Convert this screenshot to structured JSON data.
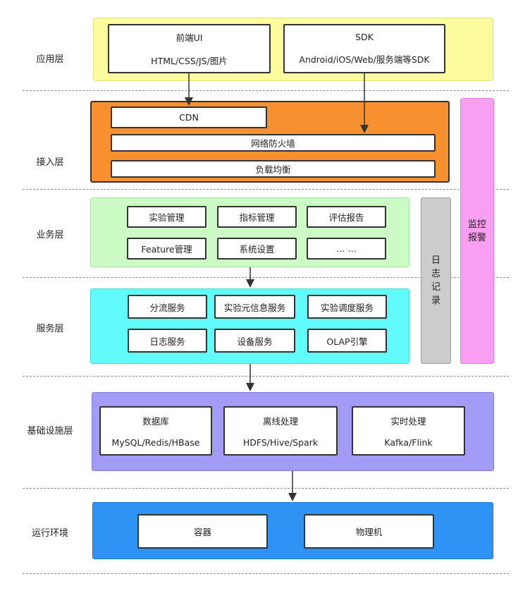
{
  "layers": {
    "app": "应用层",
    "access": "接入层",
    "business": "业务层",
    "service": "服务层",
    "infra": "基础设施层",
    "runtime": "运行环境"
  },
  "app": {
    "frontend": {
      "title": "前端UI",
      "sub": "HTML/CSS/JS/图片"
    },
    "sdk": {
      "title": "SDK",
      "sub": "Android/iOS/Web/服务端等SDK"
    }
  },
  "access": {
    "cdn": "CDN",
    "firewall": "网络防火墙",
    "lb": "负载均衡"
  },
  "business": {
    "items": [
      "实验管理",
      "指标管理",
      "评估报告",
      "Feature管理",
      "系统设置",
      "… …"
    ]
  },
  "service": {
    "items": [
      "分流服务",
      "实验元信息服务",
      "实验调度服务",
      "日志服务",
      "设备服务",
      "OLAP引擎"
    ]
  },
  "infra": {
    "db": {
      "title": "数据库",
      "sub": "MySQL/Redis/HBase"
    },
    "offline": {
      "title": "离线处理",
      "sub": "HDFS/Hive/Spark"
    },
    "realtime": {
      "title": "实时处理",
      "sub": "Kafka/Flink"
    }
  },
  "runtime": {
    "container": "容器",
    "physical": "物理机"
  },
  "side": {
    "log": [
      "日",
      "志",
      "记",
      "录"
    ],
    "monitor": [
      "监控",
      "报警"
    ]
  },
  "colors": {
    "app": "#fbfb9e",
    "access": "#f7902e",
    "business": "#cdfbc5",
    "service": "#62fbfb",
    "infra": "#a39cf7",
    "runtime": "#2f93f5",
    "log": "#cccccc",
    "monitor": "#f99ef0"
  }
}
